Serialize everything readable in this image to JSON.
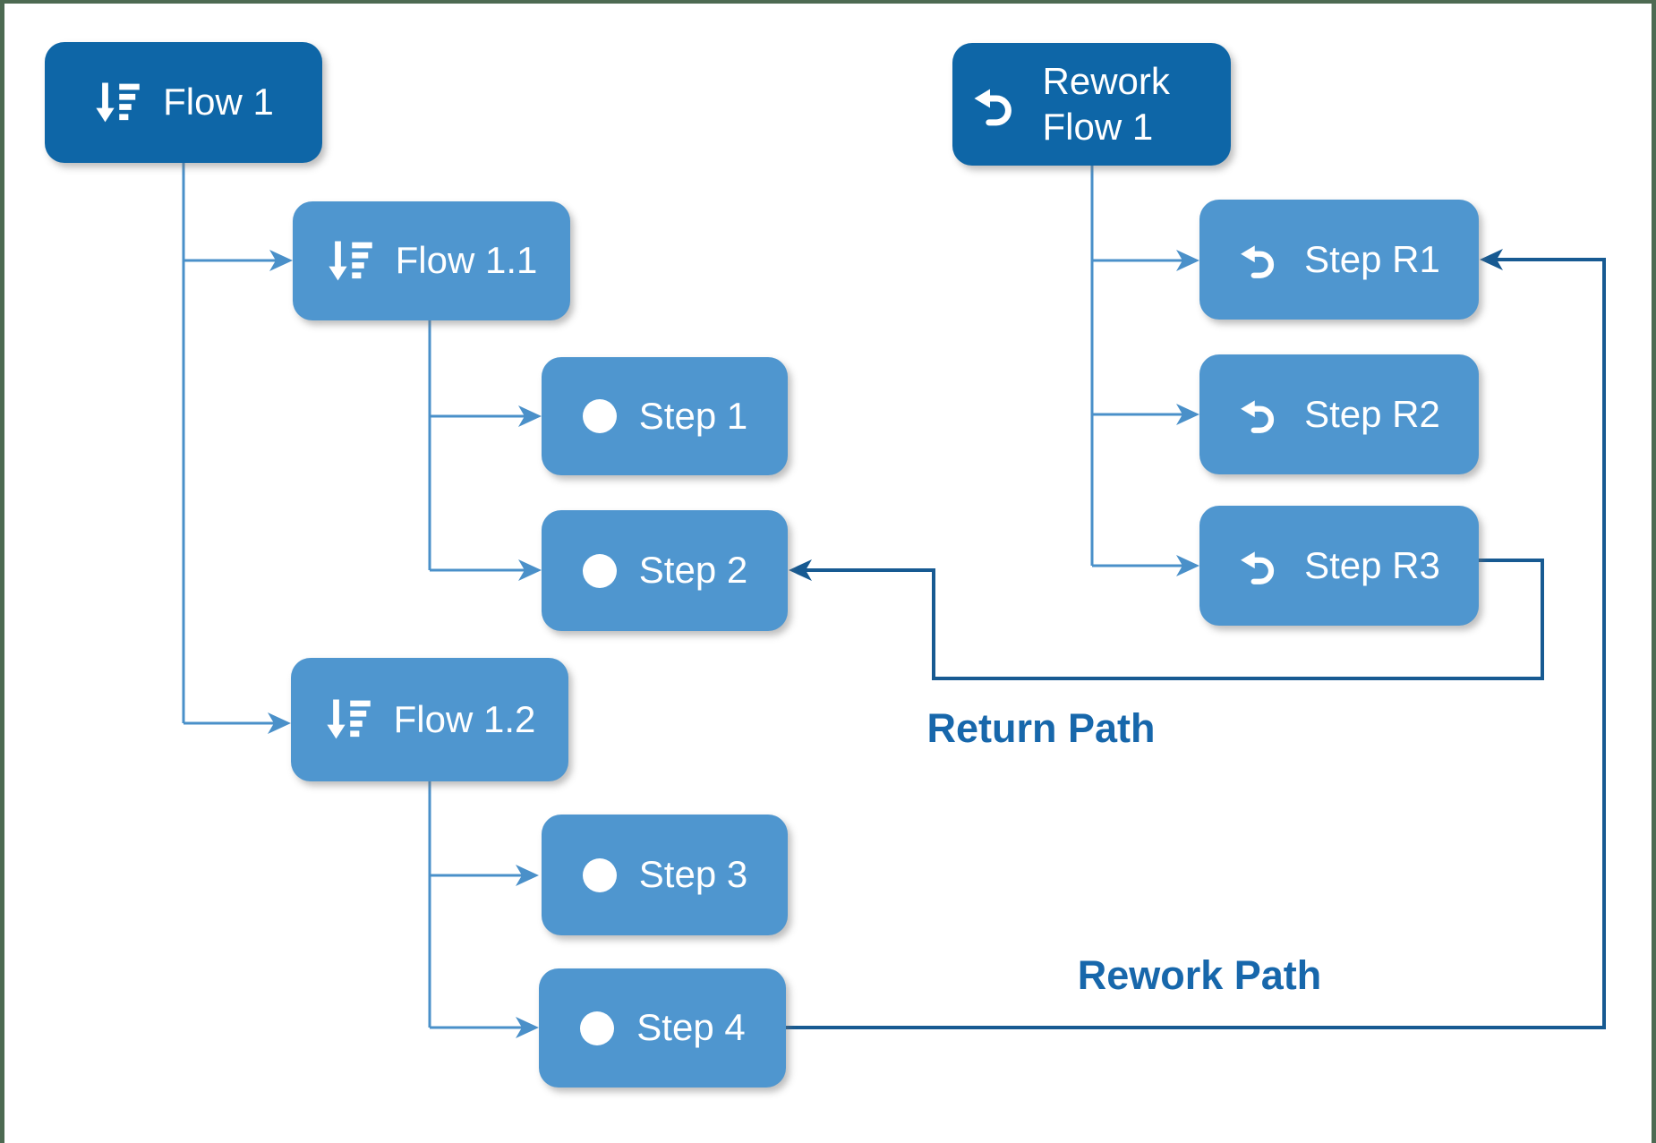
{
  "nodes": {
    "flow1": {
      "label": "Flow 1",
      "icon": "sort-descending-icon",
      "style": "dark"
    },
    "flow11": {
      "label": "Flow 1.1",
      "icon": "sort-descending-icon",
      "style": "light"
    },
    "flow12": {
      "label": "Flow 1.2",
      "icon": "sort-descending-icon",
      "style": "light"
    },
    "step1": {
      "label": "Step 1",
      "icon": "circle-icon",
      "style": "light"
    },
    "step2": {
      "label": "Step 2",
      "icon": "circle-icon",
      "style": "light"
    },
    "step3": {
      "label": "Step 3",
      "icon": "circle-icon",
      "style": "light"
    },
    "step4": {
      "label": "Step 4",
      "icon": "circle-icon",
      "style": "light"
    },
    "reworkFlow1": {
      "label": "Rework Flow 1",
      "icon": "undo-arrow-icon",
      "style": "dark"
    },
    "stepR1": {
      "label": "Step R1",
      "icon": "undo-arrow-icon",
      "style": "light"
    },
    "stepR2": {
      "label": "Step R2",
      "icon": "undo-arrow-icon",
      "style": "light"
    },
    "stepR3": {
      "label": "Step R3",
      "icon": "undo-arrow-icon",
      "style": "light"
    }
  },
  "path_labels": {
    "return_path": "Return Path",
    "rework_path": "Rework Path"
  },
  "colors": {
    "node_dark_blue": "#0e66a7",
    "node_light_blue": "#4f96cf",
    "connector_light_blue": "#4a90c9",
    "connector_dark_blue": "#175a92",
    "path_label_text": "#1767ab",
    "edge_border_green": "#4d6a52"
  }
}
